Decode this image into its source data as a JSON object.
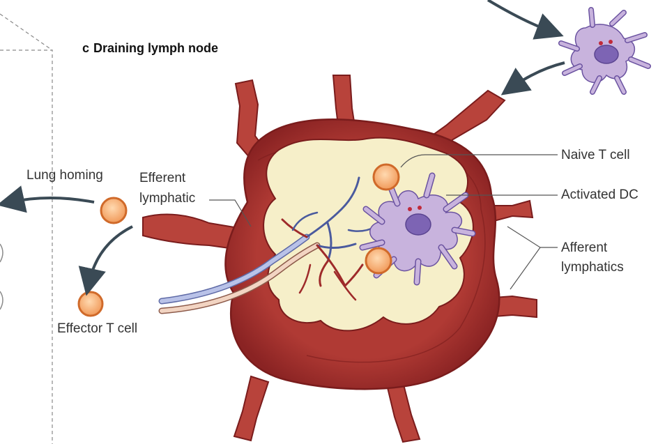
{
  "panel": {
    "letter": "c",
    "title": "Draining lymph node"
  },
  "labels": {
    "lung_homing": "Lung homing",
    "efferent_lymphatic": [
      "Efferent",
      "lymphatic"
    ],
    "effector_t_cell": "Effector T cell",
    "naive_t_cell": "Naive T cell",
    "activated_dc": "Activated DC",
    "afferent_lymphatics": [
      "Afferent",
      "lymphatics"
    ]
  },
  "colors": {
    "node_dark": "#9e2a2a",
    "node_mid": "#b8433b",
    "node_inner": "#f6efc9",
    "t_cell_ring": "#e07a3c",
    "t_cell_fill": "#f3b07c",
    "dc_fill": "#c8b3dd",
    "dc_nucleus": "#7d64b4",
    "arrow": "#3a4a55",
    "vein": "#9aa6d6",
    "artery": "#a62f2a"
  }
}
